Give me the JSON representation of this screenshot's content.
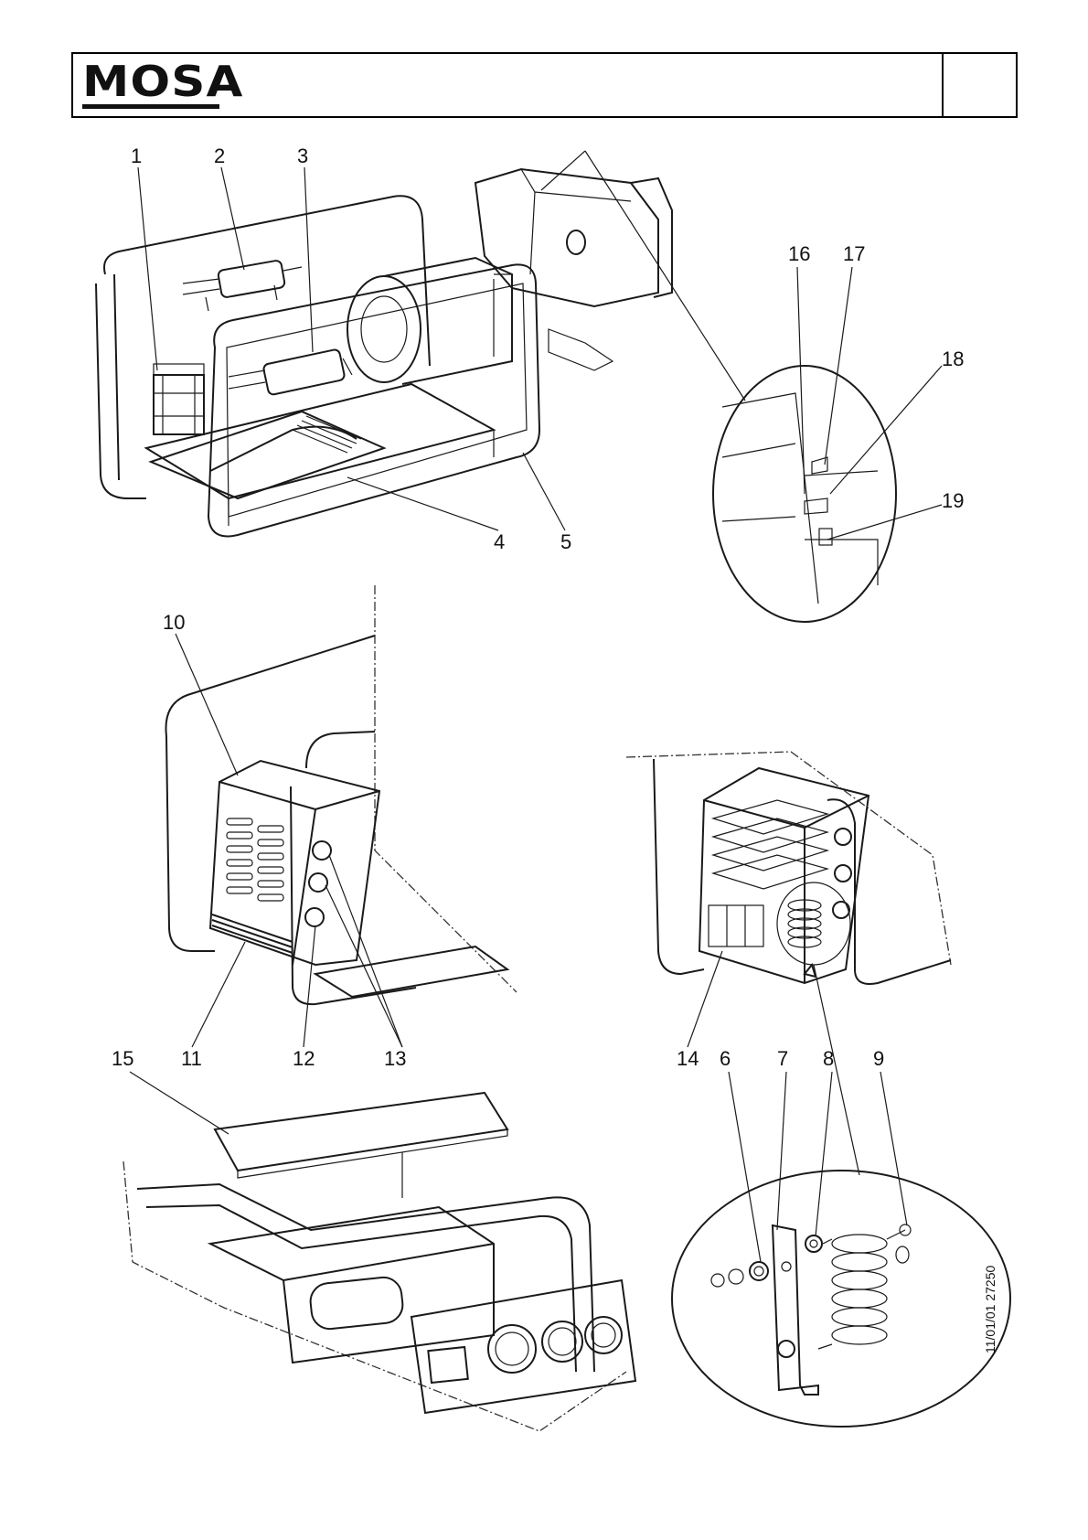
{
  "brand": {
    "logo_text": "MOSA"
  },
  "callouts": {
    "c1": "1",
    "c2": "2",
    "c3": "3",
    "c4": "4",
    "c5": "5",
    "c6": "6",
    "c7": "7",
    "c8": "8",
    "c9": "9",
    "c10": "10",
    "c11": "11",
    "c12": "12",
    "c13": "13",
    "c14": "14",
    "c15": "15",
    "c16": "16",
    "c17": "17",
    "c18": "18",
    "c19": "19"
  },
  "doc_code": "11/01/01  27250"
}
